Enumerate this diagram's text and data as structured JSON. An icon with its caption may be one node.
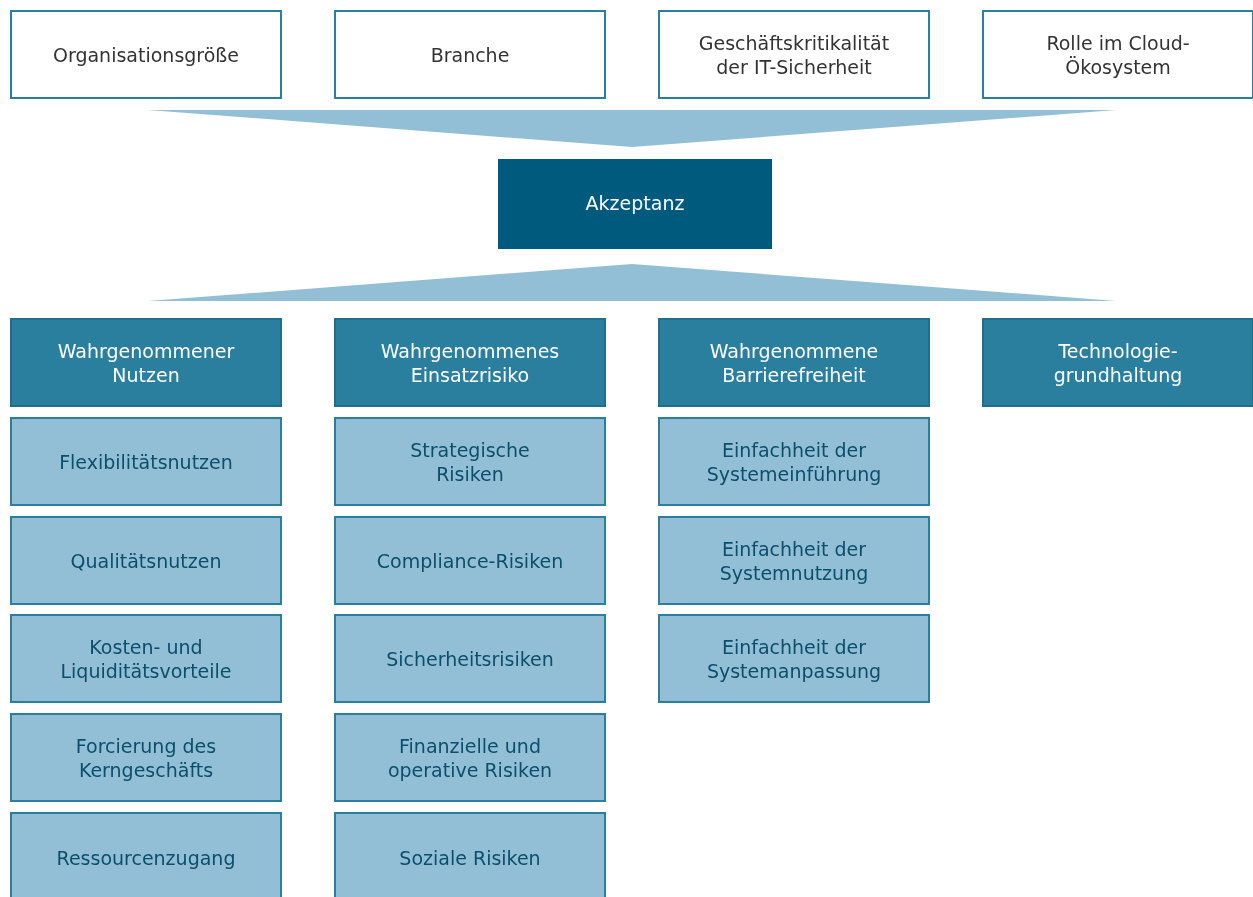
{
  "diagram": {
    "nodes": [
      {
        "text": [
          "Organisationsgröße"
        ]
      },
      {
        "text": [
          "Branche"
        ]
      },
      {
        "text": [
          "Geschäftskritikalität der IT-Sicherheit"
        ]
      },
      {
        "text": [
          "Rolle im Cloud-Ökosystem"
        ]
      },
      {
        "text": [
          "Akzeptanz"
        ]
      },
      {
        "text": [
          "Wahrgenommener Nutzen"
        ]
      },
      {
        "text": [
          "Wahrgenommenes Einsatzrisiko"
        ]
      },
      {
        "text": [
          "Wahrgenommene Barrierefreiheit"
        ]
      },
      {
        "text": [
          "Technologie-grundhaltung"
        ]
      },
      {
        "text": [
          "Flexibilitätsnutzen"
        ]
      },
      {
        "text": [
          "Qualitätsnutzen"
        ]
      },
      {
        "text": [
          "Kosten- und Liquiditätsvorteile"
        ]
      },
      {
        "text": [
          "Forcierung des Kerngeschäfts"
        ]
      },
      {
        "text": [
          "Ressourcenzugang"
        ]
      },
      {
        "text": [
          "Strategische Risiken"
        ]
      },
      {
        "text": [
          "Compliance-Risiken"
        ]
      },
      {
        "text": [
          "Sicherheitsrisiken"
        ]
      },
      {
        "text": [
          "Finanzielle und operative Risiken"
        ]
      },
      {
        "text": [
          "Soziale Risiken"
        ]
      },
      {
        "text": [
          "Einfachheit der Systemeinführung"
        ]
      },
      {
        "text": [
          "Einfachheit der Systemnutzung"
        ]
      },
      {
        "text": [
          "Einfachheit der Systemanpassung"
        ]
      },
      {
        "text": [],
        "shape": "triangle"
      },
      {
        "text": [],
        "shape": "triangle"
      }
    ]
  }
}
